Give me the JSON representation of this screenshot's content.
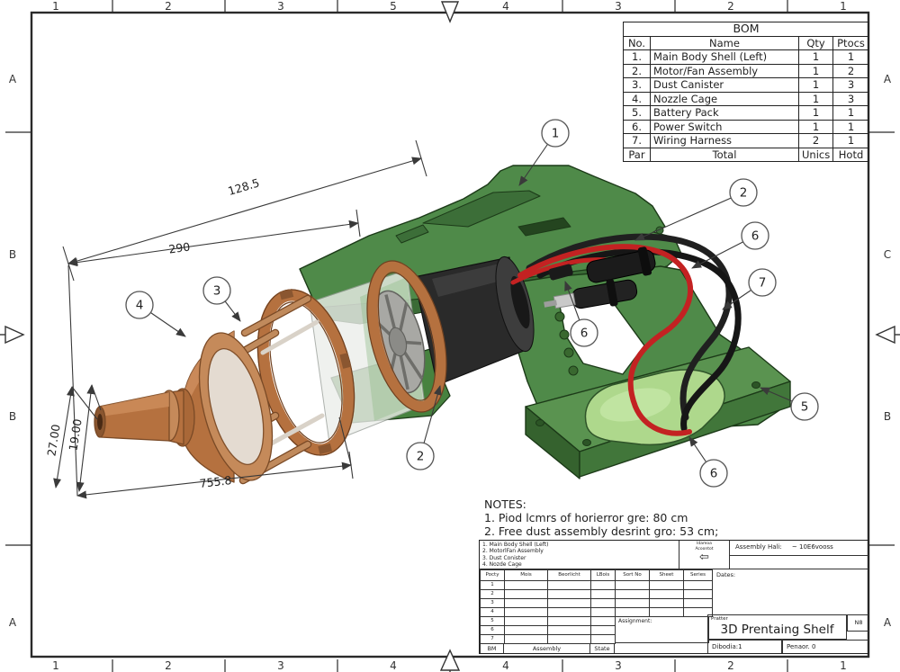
{
  "frame": {
    "zones_top": [
      "1",
      "2",
      "3",
      "5",
      "4",
      "3",
      "2",
      "1"
    ],
    "zones_bottom": [
      "1",
      "2",
      "3",
      "4",
      "4",
      "3",
      "2",
      "1"
    ],
    "zones_left": [
      "A",
      "B",
      "B",
      "A"
    ],
    "zones_right": [
      "A",
      "C",
      "B",
      "A"
    ]
  },
  "bom": {
    "title": "BOM",
    "headers": {
      "no": "No.",
      "name": "Name",
      "qty": "Qty",
      "procs": "Ptocs"
    },
    "rows": [
      {
        "no": "1.",
        "name": "Main Body Shell (Left)",
        "qty": "1",
        "procs": "1"
      },
      {
        "no": "2.",
        "name": "Motor/Fan Assembly",
        "qty": "1",
        "procs": "2"
      },
      {
        "no": "3.",
        "name": "Dust Canister",
        "qty": "1",
        "procs": "3"
      },
      {
        "no": "4.",
        "name": "Nozzle Cage",
        "qty": "1",
        "procs": "3"
      },
      {
        "no": "5.",
        "name": "Battery Pack",
        "qty": "1",
        "procs": "1"
      },
      {
        "no": "6.",
        "name": "Power Switch",
        "qty": "1",
        "procs": "1"
      },
      {
        "no": "7.",
        "name": "Wiring Harness",
        "qty": "2",
        "procs": "1"
      }
    ],
    "footer": {
      "no": "Par",
      "name": "Total",
      "qty": "Unics",
      "procs": "Hotd"
    }
  },
  "notes": {
    "title": "NOTES:",
    "lines": [
      "1. Piod lcmrs of horierror gre: 80 cm",
      "2. Free dust assembly desrint gro: 53 cm;"
    ]
  },
  "dims": [
    "128.5",
    "290",
    "755.8",
    "19.00",
    "27.00"
  ],
  "balloons": [
    "1",
    "2",
    "6",
    "7",
    "5",
    "6",
    "2",
    "6",
    "3",
    "4"
  ],
  "titleblock": {
    "parts_list": [
      "1. Main Body Shell (Left)",
      "2. MotorlFan Assembly",
      "3. Dust Conister",
      "4. Nozde Cage"
    ],
    "proj_line1": "Idamoa",
    "proj_line2": "Acoontot",
    "projection_arrow": "⇦",
    "assembly_hall_label": "Assembly Hali:",
    "assembly_hall_value": "~ 10E6vooss",
    "table_headers": [
      "Pocty",
      "Mois",
      "Beorlicht",
      "LBois",
      "Sort No",
      "Sheet",
      "Series"
    ],
    "row_numbers": [
      "1",
      "2",
      "3",
      "4",
      "5",
      "6",
      "7"
    ],
    "dates_label": "Dates:",
    "assignment_label": "Assignment:",
    "bm_label": "BM",
    "assembly_label": "Assembly",
    "state_label": "State",
    "printer_label": "Pratter",
    "title": "3D Prentaing Shelf",
    "badge": "N8",
    "field_left": "Dibodia:1",
    "field_right": "Penaor. 0"
  },
  "colors": {
    "body_green": "#4f8a49",
    "copper": "#b5713f",
    "battery_green": "#aed88c",
    "wire_red": "#c32222",
    "wire_black": "#202020",
    "line": "#3a3a3a"
  }
}
